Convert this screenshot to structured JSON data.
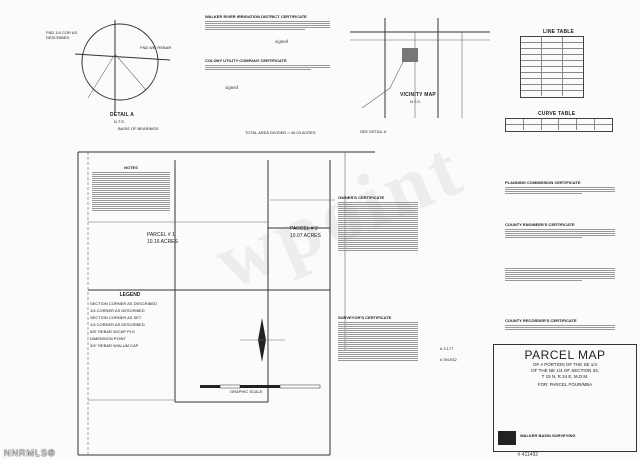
{
  "document": {
    "title": "PARCEL MAP",
    "subtitle_lines": [
      "OF A PORTION OF THE SE 1/4",
      "OF THE NE 1/4 OF SECTION 33,",
      "T 15 N, R 24 E, M.D.M."
    ],
    "surveyor_line": "FOR: PARCEL FOUR/MBA",
    "firm": "WALKER BASIN SURVEYING",
    "vicinity_map_title": "VICINITY MAP",
    "vicinity_scale": "N.T.S.",
    "detail_label": "DETAIL A",
    "detail_scale": "N.T.S.",
    "line_table_title": "LINE TABLE",
    "curve_table_title": "CURVE TABLE",
    "legend_title": "LEGEND",
    "graphic_scale_label": "GRAPHIC SCALE",
    "parcel_1_label": "PARCEL # 1",
    "parcel_1_area": "10.16 ACRES",
    "parcel_2_label": "PARCEL # 2",
    "parcel_2_area": "10.07 ACRES",
    "total_area": "TOTAL AREA DIVIDED = 40.03 ACRES",
    "basis_of_bearings": "BASIS OF BEARINGS",
    "see_detail": "SEE DETAIL A",
    "notes_title": "NOTES",
    "owners_certificate": "OWNER'S CERTIFICATE",
    "surveyors_certificate": "SURVEYOR'S CERTIFICATE",
    "planning_certificate": "PLANNING COMMISSION CERTIFICATE",
    "county_engineers_certificate": "COUNTY ENGINEER'S CERTIFICATE",
    "county_recorders_certificate": "COUNTY RECORDER'S CERTIFICATE",
    "irrigation_certificate": "WALKER RIVER IRRIGATION DISTRICT CERTIFICATE",
    "utility_certificate": "COLONY UTILITY COMPANY CERTIFICATE",
    "legend_items": [
      "SECTION CORNER AS DESCRIBED",
      "1/4 CORNER AS DESCRIBED",
      "SECTION CORNER AS SET",
      "1/4 CORNER AS DESCRIBED",
      "5/8\" REBAR W/CAP PLS",
      "DIMENSION POINT",
      "3/4\" REBAR W/ALUM CAP"
    ],
    "book_number": "# 3 177",
    "doc_number": "# 391932",
    "footer_brand": "NNRMLS®",
    "footer_doc_id": "# 411492"
  }
}
